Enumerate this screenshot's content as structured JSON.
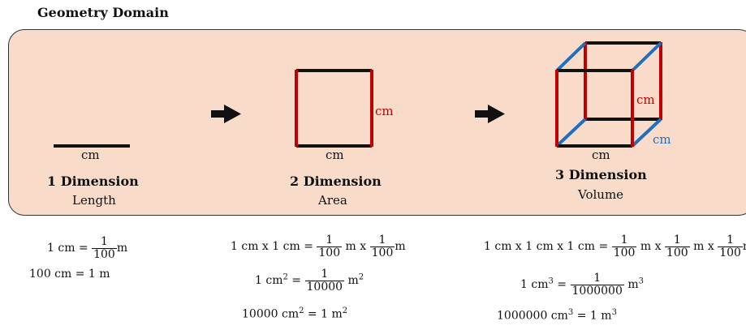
{
  "title": "Geometry Domain",
  "colors": {
    "panel_bg": "#f8dcc9",
    "red": "#c00000",
    "blue": "#1f6fc0",
    "black": "#111111"
  },
  "icons": [
    "arrow-right-icon",
    "arrow-right-icon"
  ],
  "dim1": {
    "edge_label": "cm",
    "name": "1 Dimension",
    "measure": "Length"
  },
  "dim2": {
    "side_label": "cm",
    "bottom_label": "cm",
    "name": "2 Dimension",
    "measure": "Area"
  },
  "dim3": {
    "height_label": "cm",
    "depth_label": "cm",
    "bottom_label": "cm",
    "name": "3 Dimension",
    "measure": "Volume"
  },
  "eq1": {
    "line1_left": "1 cm = ",
    "frac_num": "1",
    "frac_den": "100",
    "line1_unit": "m",
    "line2": "100 cm = 1 m"
  },
  "eq2": {
    "line1_left": "1 cm x 1 cm = ",
    "f1_num": "1",
    "f1_den": "100",
    "mid": " m  x ",
    "f2_num": "1",
    "f2_den": "100",
    "unit": "m",
    "line2_left": "1 cm",
    "line2_exp": "2",
    "line2_eq": "  =  ",
    "f3_num": "1",
    "f3_den": "10000",
    "line2_unit": "m",
    "line2_unit_exp": "2",
    "line3_left": "10000 cm",
    "line3_exp": "2",
    "line3_mid": "  =  1 m",
    "line3_exp2": "2"
  },
  "eq3": {
    "line1_left": "1 cm x 1 cm x 1 cm = ",
    "f1_num": "1",
    "f1_den": "100",
    "mid1": " m  x ",
    "f2_num": "1",
    "f2_den": "100",
    "mid2": " m   x ",
    "f3_num": "1",
    "f3_den": "100",
    "unit": "m",
    "line2_left": "1 cm",
    "line2_exp": "3",
    "line2_eq": "  =  ",
    "f4_num": "1",
    "f4_den": "1000000",
    "line2_unit": "m",
    "line2_unit_exp": "3",
    "line3_left": "1000000 cm",
    "line3_exp": "3",
    "line3_mid": "  =  1 m",
    "line3_exp2": "3"
  }
}
